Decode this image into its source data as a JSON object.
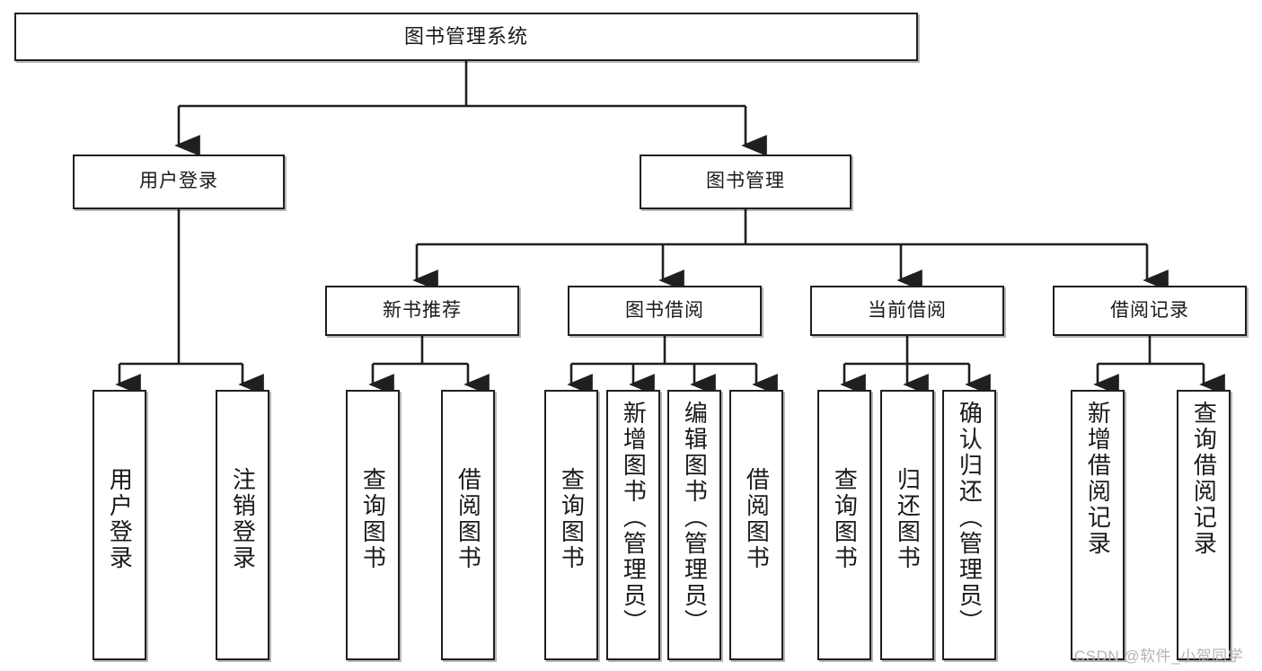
{
  "diagram": {
    "title": "图书管理系统",
    "watermark": "CSDN @软件_小贺同学",
    "type": "tree",
    "orientation": "top-down",
    "colors": {
      "box_border": "#1f1f1f",
      "box_fill": "#ffffff",
      "connector": "#1f1f1f",
      "text": "#1a1a1a",
      "watermark": "#b4b4b4"
    },
    "levels": {
      "root": "图书管理系统",
      "level2": [
        "用户登录",
        "图书管理"
      ],
      "level3": [
        "新书推荐",
        "图书借阅",
        "当前借阅",
        "借阅记录"
      ]
    },
    "nodes": {
      "root": {
        "label": "图书管理系统"
      },
      "user_login": {
        "label": "用户登录"
      },
      "book_manage": {
        "label": "图书管理"
      },
      "new_book_rec": {
        "label": "新书推荐"
      },
      "book_borrow": {
        "label": "图书借阅"
      },
      "current_borrow": {
        "label": "当前借阅"
      },
      "borrow_record": {
        "label": "借阅记录"
      },
      "leaf_user_login": {
        "label": "用户登录"
      },
      "leaf_logout": {
        "label": "注销登录"
      },
      "leaf_query_book_1": {
        "label": "查询图书"
      },
      "leaf_borrow_book_1": {
        "label": "借阅图书"
      },
      "leaf_query_book_2": {
        "label": "查询图书"
      },
      "leaf_add_book": {
        "label": "新增图书（管理员）"
      },
      "leaf_edit_book": {
        "label": "编辑图书（管理员）"
      },
      "leaf_borrow_book_2": {
        "label": "借阅图书"
      },
      "leaf_query_book_3": {
        "label": "查询图书"
      },
      "leaf_return_book": {
        "label": "归还图书"
      },
      "leaf_confirm_return": {
        "label": "确认归还（管理员）"
      },
      "leaf_add_record": {
        "label": "新增借阅记录"
      },
      "leaf_query_record": {
        "label": "查询借阅记录"
      }
    },
    "edges": [
      {
        "from": "root",
        "to": "user_login"
      },
      {
        "from": "root",
        "to": "book_manage"
      },
      {
        "from": "user_login",
        "to": "leaf_user_login"
      },
      {
        "from": "user_login",
        "to": "leaf_logout"
      },
      {
        "from": "book_manage",
        "to": "new_book_rec"
      },
      {
        "from": "book_manage",
        "to": "book_borrow"
      },
      {
        "from": "book_manage",
        "to": "current_borrow"
      },
      {
        "from": "book_manage",
        "to": "borrow_record"
      },
      {
        "from": "new_book_rec",
        "to": "leaf_query_book_1"
      },
      {
        "from": "new_book_rec",
        "to": "leaf_borrow_book_1"
      },
      {
        "from": "book_borrow",
        "to": "leaf_query_book_2"
      },
      {
        "from": "book_borrow",
        "to": "leaf_add_book"
      },
      {
        "from": "book_borrow",
        "to": "leaf_edit_book"
      },
      {
        "from": "book_borrow",
        "to": "leaf_borrow_book_2"
      },
      {
        "from": "current_borrow",
        "to": "leaf_query_book_3"
      },
      {
        "from": "current_borrow",
        "to": "leaf_return_book"
      },
      {
        "from": "current_borrow",
        "to": "leaf_confirm_return"
      },
      {
        "from": "borrow_record",
        "to": "leaf_add_record"
      },
      {
        "from": "borrow_record",
        "to": "leaf_query_record"
      }
    ]
  }
}
